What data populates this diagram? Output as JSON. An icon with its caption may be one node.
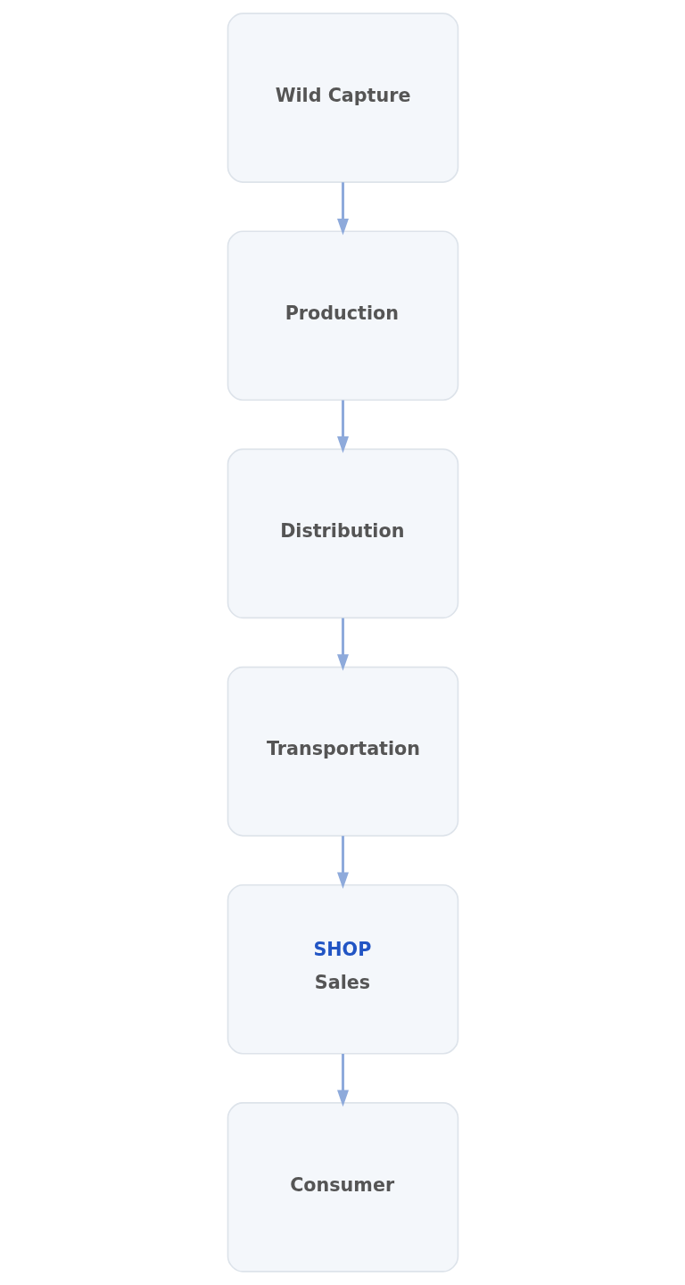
{
  "diagram": {
    "nodes": [
      {
        "text": [
          "Wild Capture"
        ]
      },
      {
        "text": [
          "Production"
        ]
      },
      {
        "text": [
          "Distribution"
        ]
      },
      {
        "text": [
          "Transportation"
        ]
      },
      {
        "text": [
          "SHOP",
          "Sales"
        ]
      },
      {
        "text": [
          "Consumer"
        ]
      }
    ],
    "edges": [
      {
        "from": 0,
        "to": 1,
        "arrow": "to"
      },
      {
        "from": 1,
        "to": 2,
        "arrow": "to"
      },
      {
        "from": 2,
        "to": 3,
        "arrow": "to"
      },
      {
        "from": 3,
        "to": 4,
        "arrow": "to"
      },
      {
        "from": 4,
        "to": 5,
        "arrow": "to"
      }
    ]
  }
}
